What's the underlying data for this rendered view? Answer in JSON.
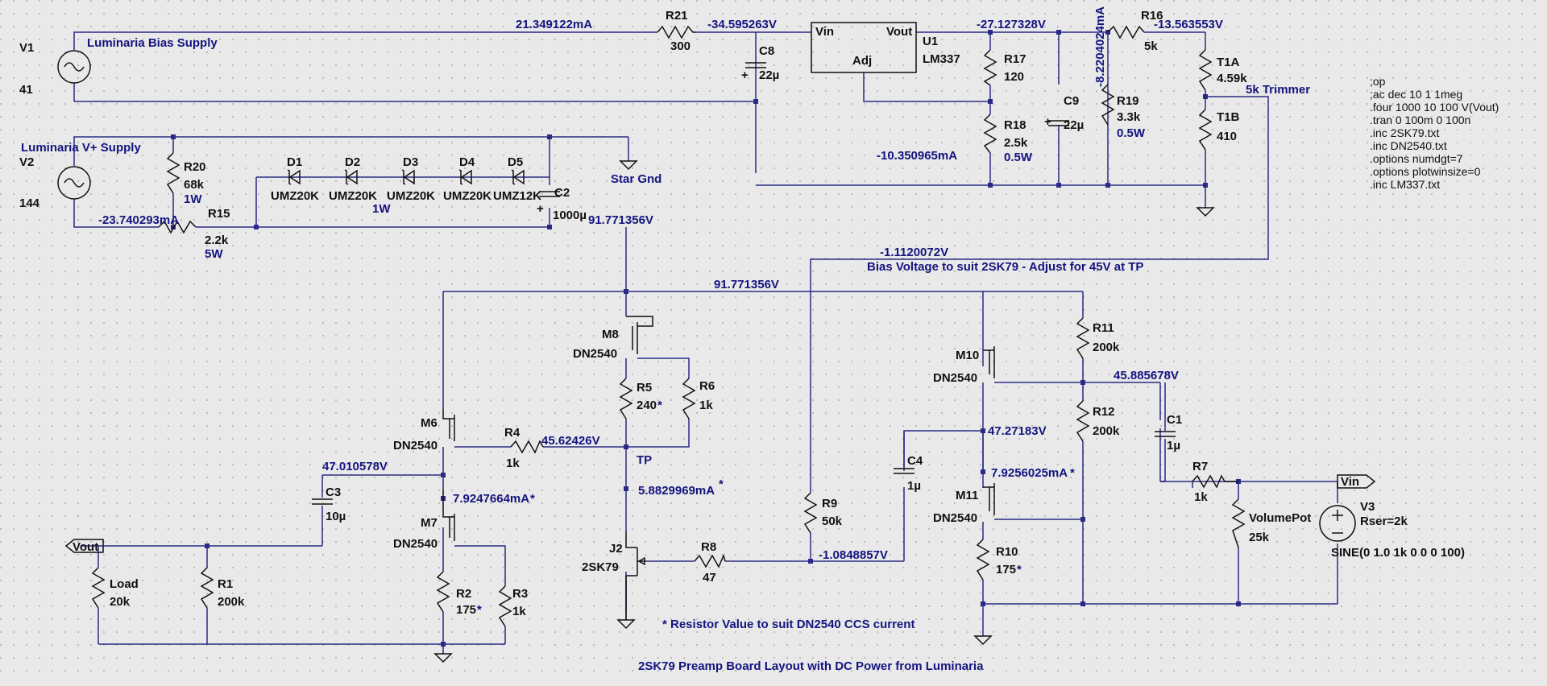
{
  "voltages": {
    "v_r21_top": "21.349122mA",
    "v_c8": "-34.595263V",
    "v_u1_out": "-27.127328V",
    "i_r19": "-8.2204024mA",
    "v_r16": "-13.563553V",
    "i_r18": "-10.350965mA",
    "i_r15": "-23.740293mA",
    "v_c2": "91.771356V",
    "v_bias": "-1.1120072V",
    "v_rail": "91.771356V",
    "v_m10_out": "45.885678V",
    "v_tp": "45.62426V",
    "v_m6_src": "47.010578V",
    "i_m7": "7.9247664mA",
    "i_j2": "5.8829969mA",
    "v_c4": "47.27183V",
    "i_m11": "7.9256025mA",
    "v_j2_gate": "-1.0848857V"
  },
  "labels": {
    "v1_supply": "Luminaria Bias Supply",
    "v2_supply": "Luminaria V+ Supply",
    "star_gnd": "Star Gnd",
    "trimmer": "5k Trimmer",
    "bias_note": "Bias Voltage to suit 2SK79 - Adjust for 45V at TP",
    "tp": "TP",
    "resistor_note": "* Resistor Value to suit DN2540 CCS current",
    "board_title": "2SK79 Preamp Board Layout with DC Power from Luminaria"
  },
  "components": {
    "v1": {
      "name": "V1",
      "value": "41"
    },
    "v2": {
      "name": "V2",
      "value": "144"
    },
    "v3": {
      "name": "V3",
      "rser": "Rser=2k",
      "source": "SINE(0 1.0 1k 0 0 0 100)"
    },
    "r21": {
      "name": "R21",
      "value": "300"
    },
    "c8": {
      "name": "C8",
      "value": "22µ"
    },
    "u1": {
      "name": "U1",
      "part": "LM337",
      "vin": "Vin",
      "vout": "Vout",
      "adj": "Adj"
    },
    "r17": {
      "name": "R17",
      "value": "120"
    },
    "r18": {
      "name": "R18",
      "value": "2.5k",
      "rating": "0.5W"
    },
    "c9": {
      "name": "C9",
      "value": "22µ"
    },
    "r19": {
      "name": "R19",
      "value": "3.3k",
      "rating": "0.5W"
    },
    "r16": {
      "name": "R16",
      "value": "5k"
    },
    "t1a": {
      "name": "T1A",
      "value": "4.59k"
    },
    "t1b": {
      "name": "T1B",
      "value": "410"
    },
    "r20": {
      "name": "R20",
      "value": "68k",
      "rating": "1W"
    },
    "r15": {
      "name": "R15",
      "value": "2.2k",
      "rating": "5W"
    },
    "d1": {
      "name": "D1",
      "part": "UMZ20K"
    },
    "d2": {
      "name": "D2",
      "part": "UMZ20K"
    },
    "d3": {
      "name": "D3",
      "part": "UMZ20K"
    },
    "d4": {
      "name": "D4",
      "part": "UMZ20K"
    },
    "d5": {
      "name": "D5",
      "part": "UMZ12K"
    },
    "d_rating": "1W",
    "c2": {
      "name": "C2",
      "value": "1000µ"
    },
    "m8": {
      "name": "M8",
      "part": "DN2540"
    },
    "r5": {
      "name": "R5",
      "value": "240"
    },
    "r6": {
      "name": "R6",
      "value": "1k"
    },
    "m6": {
      "name": "M6",
      "part": "DN2540"
    },
    "r4": {
      "name": "R4",
      "value": "1k"
    },
    "m7": {
      "name": "M7",
      "part": "DN2540"
    },
    "r2": {
      "name": "R2",
      "value": "175"
    },
    "r3": {
      "name": "R3",
      "value": "1k"
    },
    "c3": {
      "name": "C3",
      "value": "10µ"
    },
    "load": {
      "name": "Load",
      "value": "20k"
    },
    "r1": {
      "name": "R1",
      "value": "200k"
    },
    "vout_flag": "Vout",
    "j2": {
      "name": "J2",
      "part": "2SK79"
    },
    "r8": {
      "name": "R8",
      "value": "47"
    },
    "r9": {
      "name": "R9",
      "value": "50k"
    },
    "c4": {
      "name": "C4",
      "value": "1µ"
    },
    "m10": {
      "name": "M10",
      "part": "DN2540"
    },
    "r11": {
      "name": "R11",
      "value": "200k"
    },
    "r12": {
      "name": "R12",
      "value": "200k"
    },
    "m11": {
      "name": "M11",
      "part": "DN2540"
    },
    "r10": {
      "name": "R10",
      "value": "175"
    },
    "c1": {
      "name": "C1",
      "value": "1µ"
    },
    "r7": {
      "name": "R7",
      "value": "1k"
    },
    "volpot": {
      "name": "VolumePot",
      "value": "25k"
    },
    "vin_flag": "Vin",
    "asterisk": "*"
  },
  "directives": [
    ";op",
    ";ac dec 10 1 1meg",
    ".four 1000 10 100 V(Vout)",
    ".tran 0 100m 0 100n",
    ".inc 2SK79.txt",
    ".inc DN2540.txt",
    ".options numdgt=7",
    ".options plotwinsize=0",
    ".inc LM337.txt"
  ]
}
